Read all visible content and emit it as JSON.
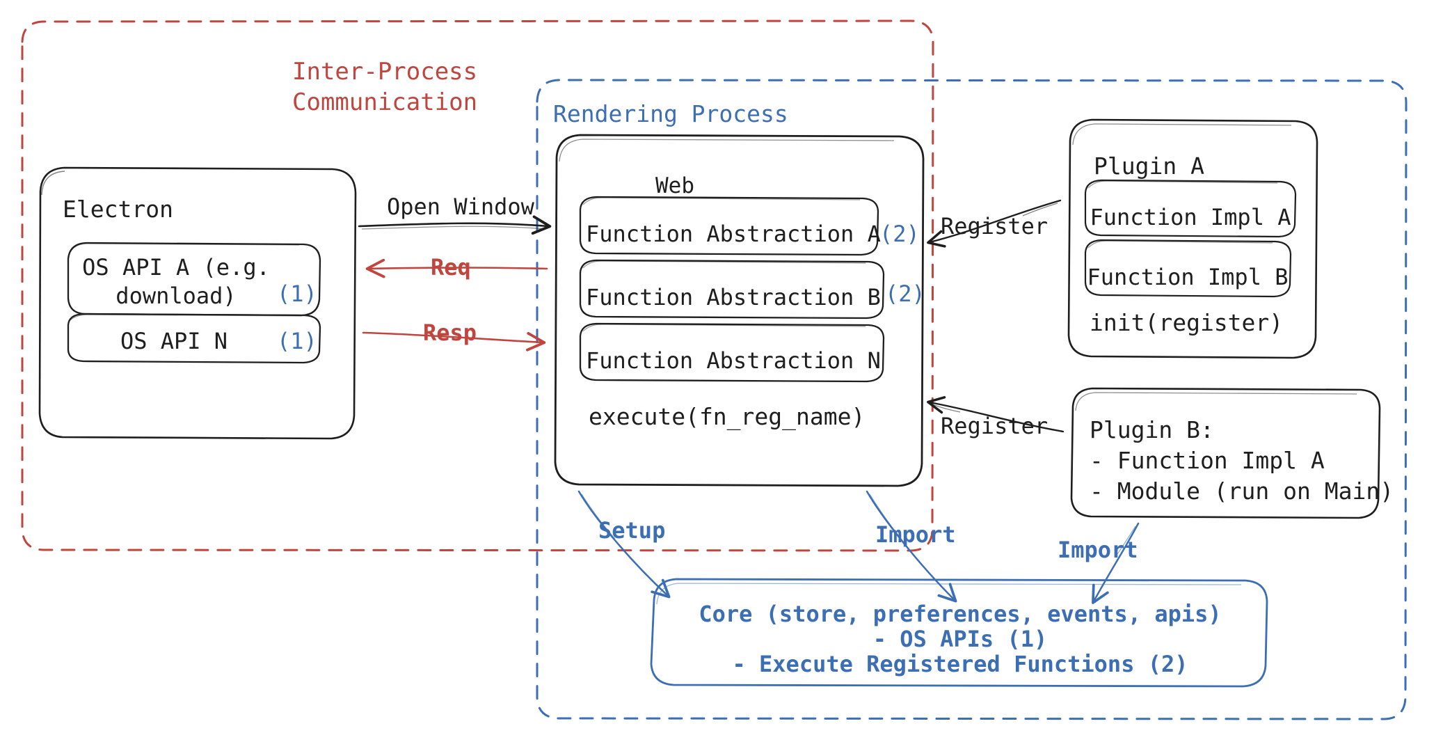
{
  "diagram": {
    "title_hidden": "Electron plugin architecture",
    "colors": {
      "red": "#c1453f",
      "blue": "#3b6eb5",
      "ink": "#1e1e1e"
    },
    "regions": [
      {
        "id": "ipc",
        "label": "Inter-Process\nCommunication",
        "color": "#c1453f",
        "style": "dashed"
      },
      {
        "id": "rendering",
        "label": "Rendering Process",
        "color": "#3b6eb5",
        "style": "dashed"
      }
    ],
    "nodes": {
      "electron": {
        "title": "Electron",
        "items": [
          {
            "label": "OS API A (e.g.\ndownload)",
            "badge": "(1)"
          },
          {
            "label": "OS API N",
            "badge": "(1)"
          }
        ]
      },
      "web": {
        "title": "Web",
        "items": [
          {
            "label": "Function Abstraction A",
            "badge": "(2)"
          },
          {
            "label": "Function Abstraction B",
            "badge": "(2)"
          },
          {
            "label": "Function Abstraction N",
            "badge": ""
          }
        ],
        "footer": "execute(fn_reg_name)"
      },
      "plugin_a": {
        "title": "Plugin A",
        "items": [
          {
            "label": "Function Impl A"
          },
          {
            "label": "Function Impl B"
          }
        ],
        "footer": "init(register)"
      },
      "plugin_b": {
        "lines": [
          "Plugin B:",
          "- Function Impl A",
          "- Module (run on Main)"
        ]
      },
      "core": {
        "lines": [
          "Core (store, preferences, events, apis)",
          "- OS APIs (1)",
          "- Execute Registered Functions (2)"
        ]
      }
    },
    "edges": [
      {
        "id": "open-window",
        "label": "Open Window",
        "color": "#1e1e1e"
      },
      {
        "id": "req",
        "label": "Req",
        "color": "#c1453f"
      },
      {
        "id": "resp",
        "label": "Resp",
        "color": "#c1453f"
      },
      {
        "id": "register-a",
        "label": "Register",
        "color": "#1e1e1e"
      },
      {
        "id": "register-b",
        "label": "Register",
        "color": "#1e1e1e"
      },
      {
        "id": "setup",
        "label": "Setup",
        "color": "#3b6eb5"
      },
      {
        "id": "import-web",
        "label": "Import",
        "color": "#3b6eb5"
      },
      {
        "id": "import-plugin",
        "label": "Import",
        "color": "#3b6eb5"
      }
    ]
  }
}
